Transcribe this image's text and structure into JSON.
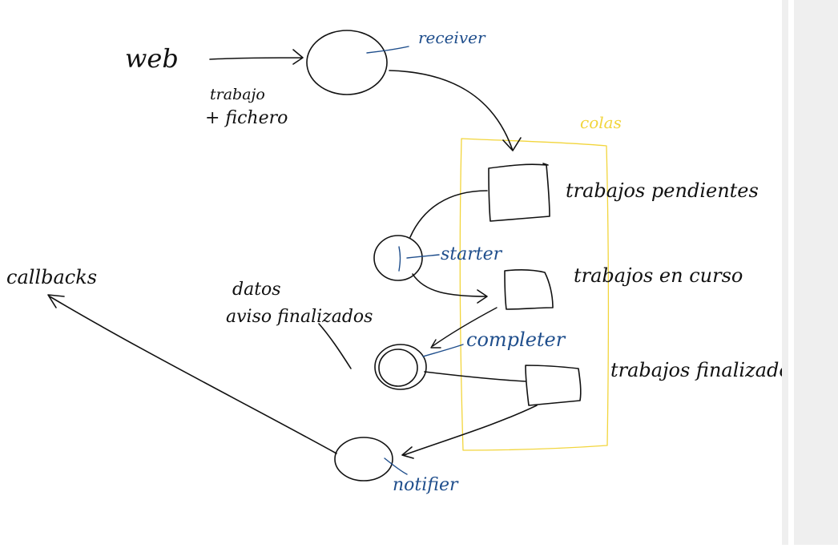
{
  "colors": {
    "ink": "#111111",
    "blue_ink": "#1f4e8c",
    "yellow_ink": "#f2d53c",
    "background": "#ffffff",
    "scrollbar": "#efefef"
  },
  "labels": {
    "web": "web",
    "input": "trabajo + fichero",
    "receiver": "receiver",
    "queues": "colas",
    "pending": "trabajos pendientes",
    "starter": "starter",
    "in_progress": "trabajos en curso",
    "completer": "completer",
    "finished": "trabajos finalizados",
    "data_notice": "datos aviso finalizados",
    "notifier": "notifier",
    "callbacks": "callbacks"
  }
}
